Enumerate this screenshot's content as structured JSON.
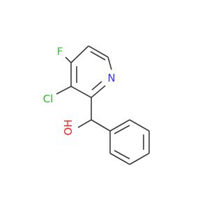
{
  "molecule": {
    "atoms": {
      "fluorine": {
        "label": "F",
        "color": "#33cc33"
      },
      "chlorine": {
        "label": "Cl",
        "color": "#1fbf1f"
      },
      "nitrogen": {
        "label": "N",
        "color": "#3333ff"
      },
      "hydroxyl": {
        "label": "OH",
        "color": "#ff1a1a"
      }
    },
    "bond_color": "#3a3a3a",
    "background": "#ffffff"
  }
}
